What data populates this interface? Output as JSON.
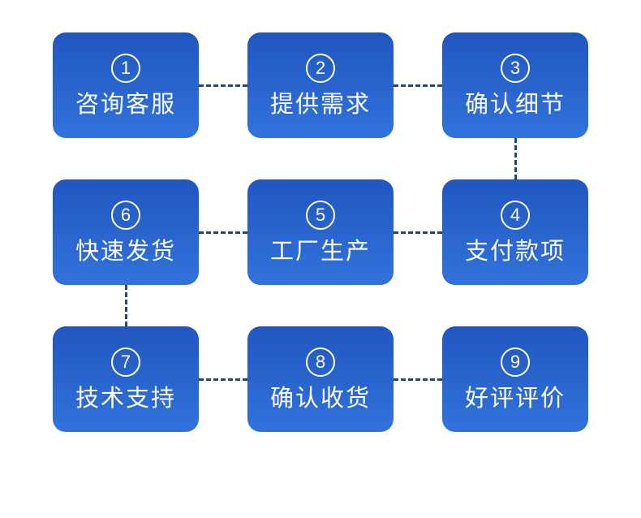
{
  "page": {
    "background_color": "#ffffff"
  },
  "diagram": {
    "title": "service-process-flow",
    "box_gradient_top_color": "#2156c0",
    "box_gradient_bottom_color": "#3173db",
    "connector_color": "#224a6f",
    "text_color": "#ffffff",
    "steps": [
      {
        "number": "1",
        "label": "咨询客服",
        "row": 0,
        "col": 0
      },
      {
        "number": "2",
        "label": "提供需求",
        "row": 0,
        "col": 1
      },
      {
        "number": "3",
        "label": "确认细节",
        "row": 0,
        "col": 2
      },
      {
        "number": "6",
        "label": "快速发货",
        "row": 1,
        "col": 0
      },
      {
        "number": "5",
        "label": "工厂生产",
        "row": 1,
        "col": 1
      },
      {
        "number": "4",
        "label": "支付款项",
        "row": 1,
        "col": 2
      },
      {
        "number": "7",
        "label": "技术支持",
        "row": 2,
        "col": 0
      },
      {
        "number": "8",
        "label": "确认收货",
        "row": 2,
        "col": 1
      },
      {
        "number": "9",
        "label": "好评评价",
        "row": 2,
        "col": 2
      }
    ],
    "connections": [
      [
        "1",
        "2"
      ],
      [
        "2",
        "3"
      ],
      [
        "3",
        "4"
      ],
      [
        "4",
        "5"
      ],
      [
        "5",
        "6"
      ],
      [
        "6",
        "7"
      ],
      [
        "7",
        "8"
      ],
      [
        "8",
        "9"
      ]
    ]
  }
}
